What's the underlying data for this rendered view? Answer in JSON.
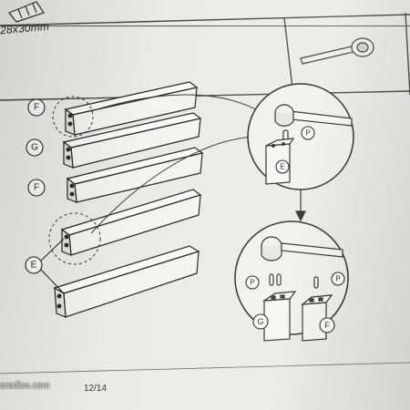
{
  "header": {
    "size_label": "28x30mm"
  },
  "parts": {
    "F": "F",
    "G": "G",
    "E": "E",
    "P": "P"
  },
  "footer": {
    "page_number": "12/14",
    "watermark": "aradise.com"
  }
}
